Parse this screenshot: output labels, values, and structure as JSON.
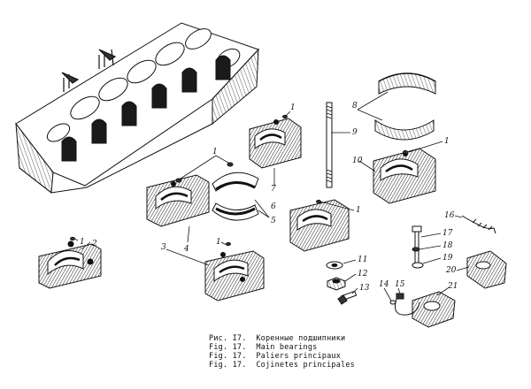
{
  "figure": {
    "callouts": {
      "engine_block": [],
      "c1a": "1",
      "c1b": "1",
      "c1c": "1",
      "c1d": "1",
      "c1e": "1",
      "c2": "2",
      "c3": "3",
      "c4": "4",
      "c5": "5",
      "c6": "6",
      "c7": "7",
      "c8": "8",
      "c9": "9",
      "c10": "10",
      "c11": "11",
      "c12": "12",
      "c13": "13",
      "c14": "14",
      "c15": "15",
      "c16": "16",
      "c17": "17",
      "c18": "18",
      "c19": "19",
      "c20": "20",
      "c21": "21"
    }
  },
  "caption": {
    "lines": [
      {
        "prefix": "Рис. I7.",
        "text": "Коренные подшипники"
      },
      {
        "prefix": "Fig. 17.",
        "text": "Main bearings"
      },
      {
        "prefix": "Fig. 17.",
        "text": "Paliers principaux"
      },
      {
        "prefix": "Fig. 17.",
        "text": "Cojinetes principales"
      }
    ]
  },
  "colors": {
    "ink": "#111111",
    "shade": "#2a2a2a",
    "paper": "#ffffff"
  }
}
